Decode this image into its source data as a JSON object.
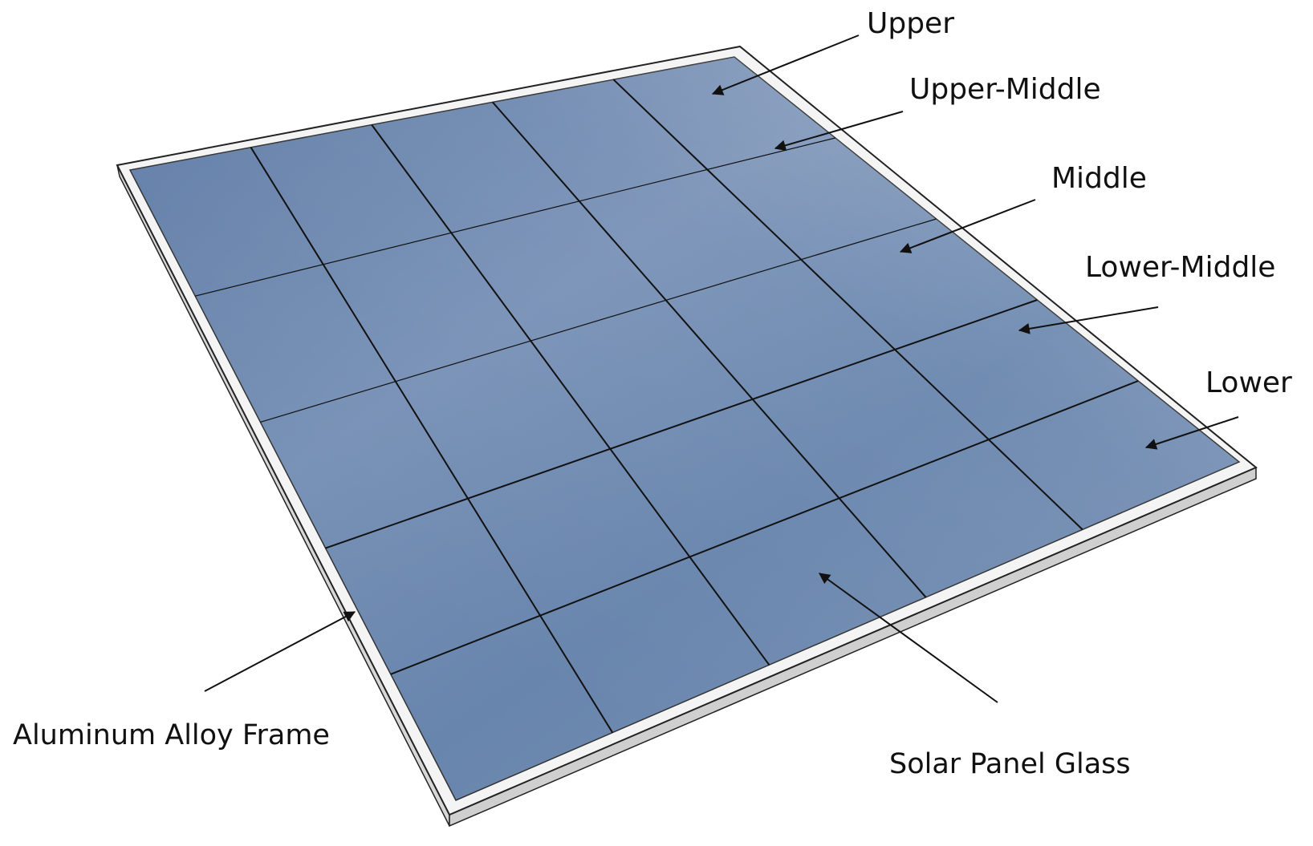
{
  "labels": {
    "upper": "Upper",
    "upper_middle": "Upper-Middle",
    "middle": "Middle",
    "lower_middle": "Lower-Middle",
    "lower": "Lower",
    "frame": "Aluminum Alloy Frame",
    "glass": "Solar Panel Glass"
  },
  "panel": {
    "rows": 5,
    "columns": 5,
    "glass_color": "#6d88ad",
    "glass_highlight_color": "#8ea6c4",
    "frame_color": "#f4f4f4",
    "grid_line_color": "#111111"
  }
}
